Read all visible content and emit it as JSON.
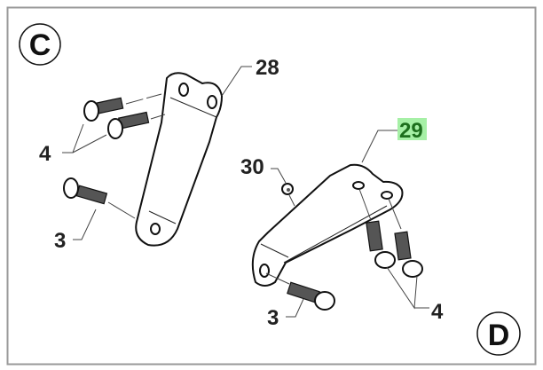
{
  "views": {
    "left": "C",
    "right": "D"
  },
  "callouts": {
    "c_bracket": "28",
    "c_bolts_pair": "4",
    "c_bolt_single": "3",
    "d_nut": "30",
    "d_bracket": "29",
    "d_bolt_single": "3",
    "d_bolts_pair": "4"
  },
  "colors": {
    "highlight_bg": "#a6f0a6",
    "highlight_text": "#1c6e1c",
    "border": "#9a9a9a"
  }
}
